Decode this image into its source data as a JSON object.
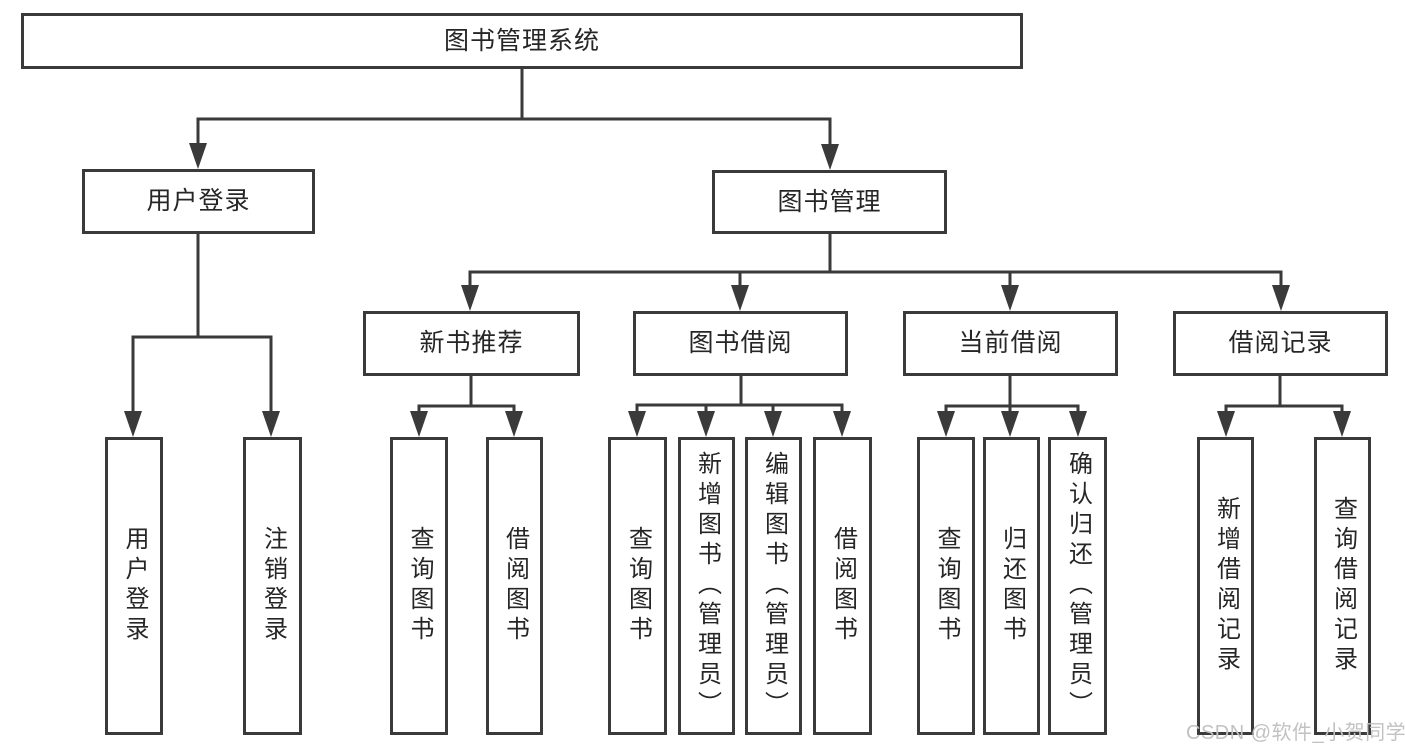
{
  "colors": {
    "line": "#3a3a3a",
    "text": "#262626",
    "watermark": "#c2c2c2",
    "background": "#ffffff"
  },
  "diagram": {
    "root": {
      "label": "图书管理系统"
    },
    "login": {
      "label": "用户登录",
      "children": [
        {
          "label": "用户登录"
        },
        {
          "label": "注销登录"
        }
      ]
    },
    "manage": {
      "label": "图书管理"
    },
    "recommend": {
      "label": "新书推荐",
      "children": [
        {
          "label": "查询图书"
        },
        {
          "label": "借阅图书"
        }
      ]
    },
    "borrow": {
      "label": "图书借阅",
      "children": [
        {
          "label": "查询图书"
        },
        {
          "label": "新增图书（管理员）"
        },
        {
          "label": "编辑图书（管理员）"
        },
        {
          "label": "借阅图书"
        }
      ]
    },
    "current": {
      "label": "当前借阅",
      "children": [
        {
          "label": "查询图书"
        },
        {
          "label": "归还图书"
        },
        {
          "label": "确认归还（管理员）"
        }
      ]
    },
    "records": {
      "label": "借阅记录",
      "children": [
        {
          "label": "新增借阅记录"
        },
        {
          "label": "查询借阅记录"
        }
      ]
    }
  },
  "watermark": {
    "text": "CSDN @软件_小贺同学"
  }
}
